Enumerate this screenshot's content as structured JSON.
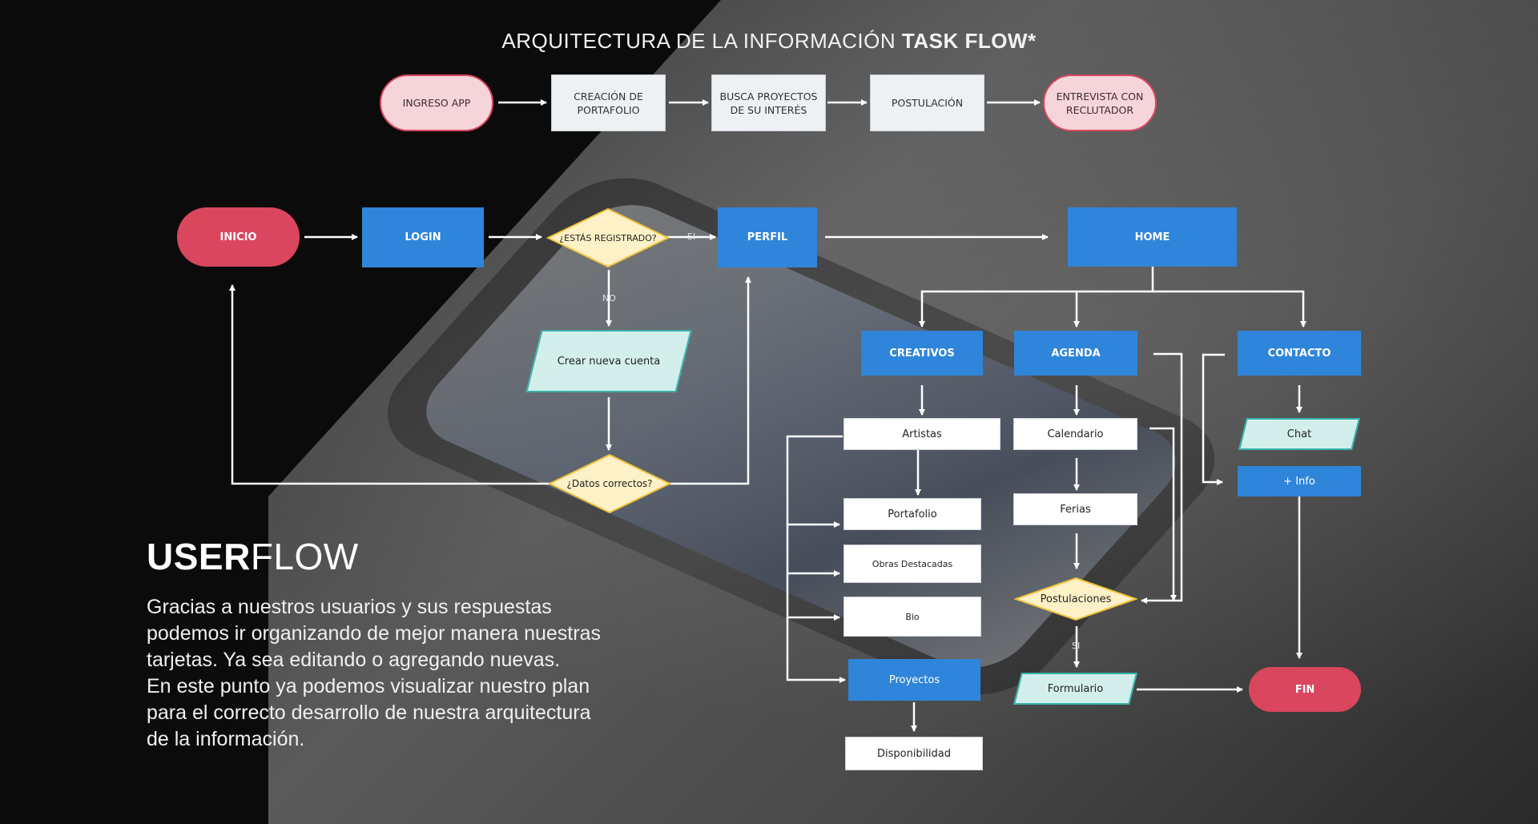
{
  "header": {
    "title_light": "ARQUITECTURA DE LA INFORMACIÓN",
    "title_bold": "TASK FLOW*"
  },
  "task_flow": {
    "ingreso": "INGRESO APP",
    "creacion": "CREACIÓN DE\nPORTAFOLIO",
    "busca": "BUSCA PROYECTOS\nDE SU INTERÉS",
    "postulacion": "POSTULACIÓN",
    "entrevista": "ENTREVISTA CON\nRECLUTADOR"
  },
  "user_flow": {
    "inicio": "INICIO",
    "login": "LOGIN",
    "registrado": "¿ESTÁS REGISTRADO?",
    "si_label": "SI",
    "perfil": "PERFIL",
    "home": "HOME",
    "no_label": "NO",
    "crear_cuenta": "Crear nueva cuenta",
    "datos_correctos": "¿Datos correctos?",
    "creativos": "CREATIVOS",
    "agenda": "AGENDA",
    "contacto": "CONTACTO",
    "artistas": "Artistas",
    "portafolio": "Portafolio",
    "obras": "Obras Destacadas",
    "bio": "Bio",
    "proyectos": "Proyectos",
    "disponibilidad": "Disponibilidad",
    "calendario": "Calendario",
    "ferias": "Ferias",
    "postulaciones": "Postulaciones",
    "si_label2": "SI",
    "formulario": "Formulario",
    "chat": "Chat",
    "info": "+ Info",
    "fin": "FIN"
  },
  "userflow_section": {
    "title_bold": "USER",
    "title_light": "FLOW",
    "description": "Gracias a nuestros usuarios y sus respuestas\npodemos ir organizando de mejor manera nuestras\ntarjetas. Ya sea editando o agregando nuevas.\nEn este punto ya podemos visualizar  nuestro plan\npara el correcto desarrollo de nuestra arquitectura\nde la información."
  },
  "colors": {
    "blue": "#2f85d9",
    "red": "#d9465e",
    "pink": "#f6d5da",
    "teal": "#d3efec",
    "diamond": "#fdf1c7",
    "diamond_border": "#f0c23b"
  }
}
